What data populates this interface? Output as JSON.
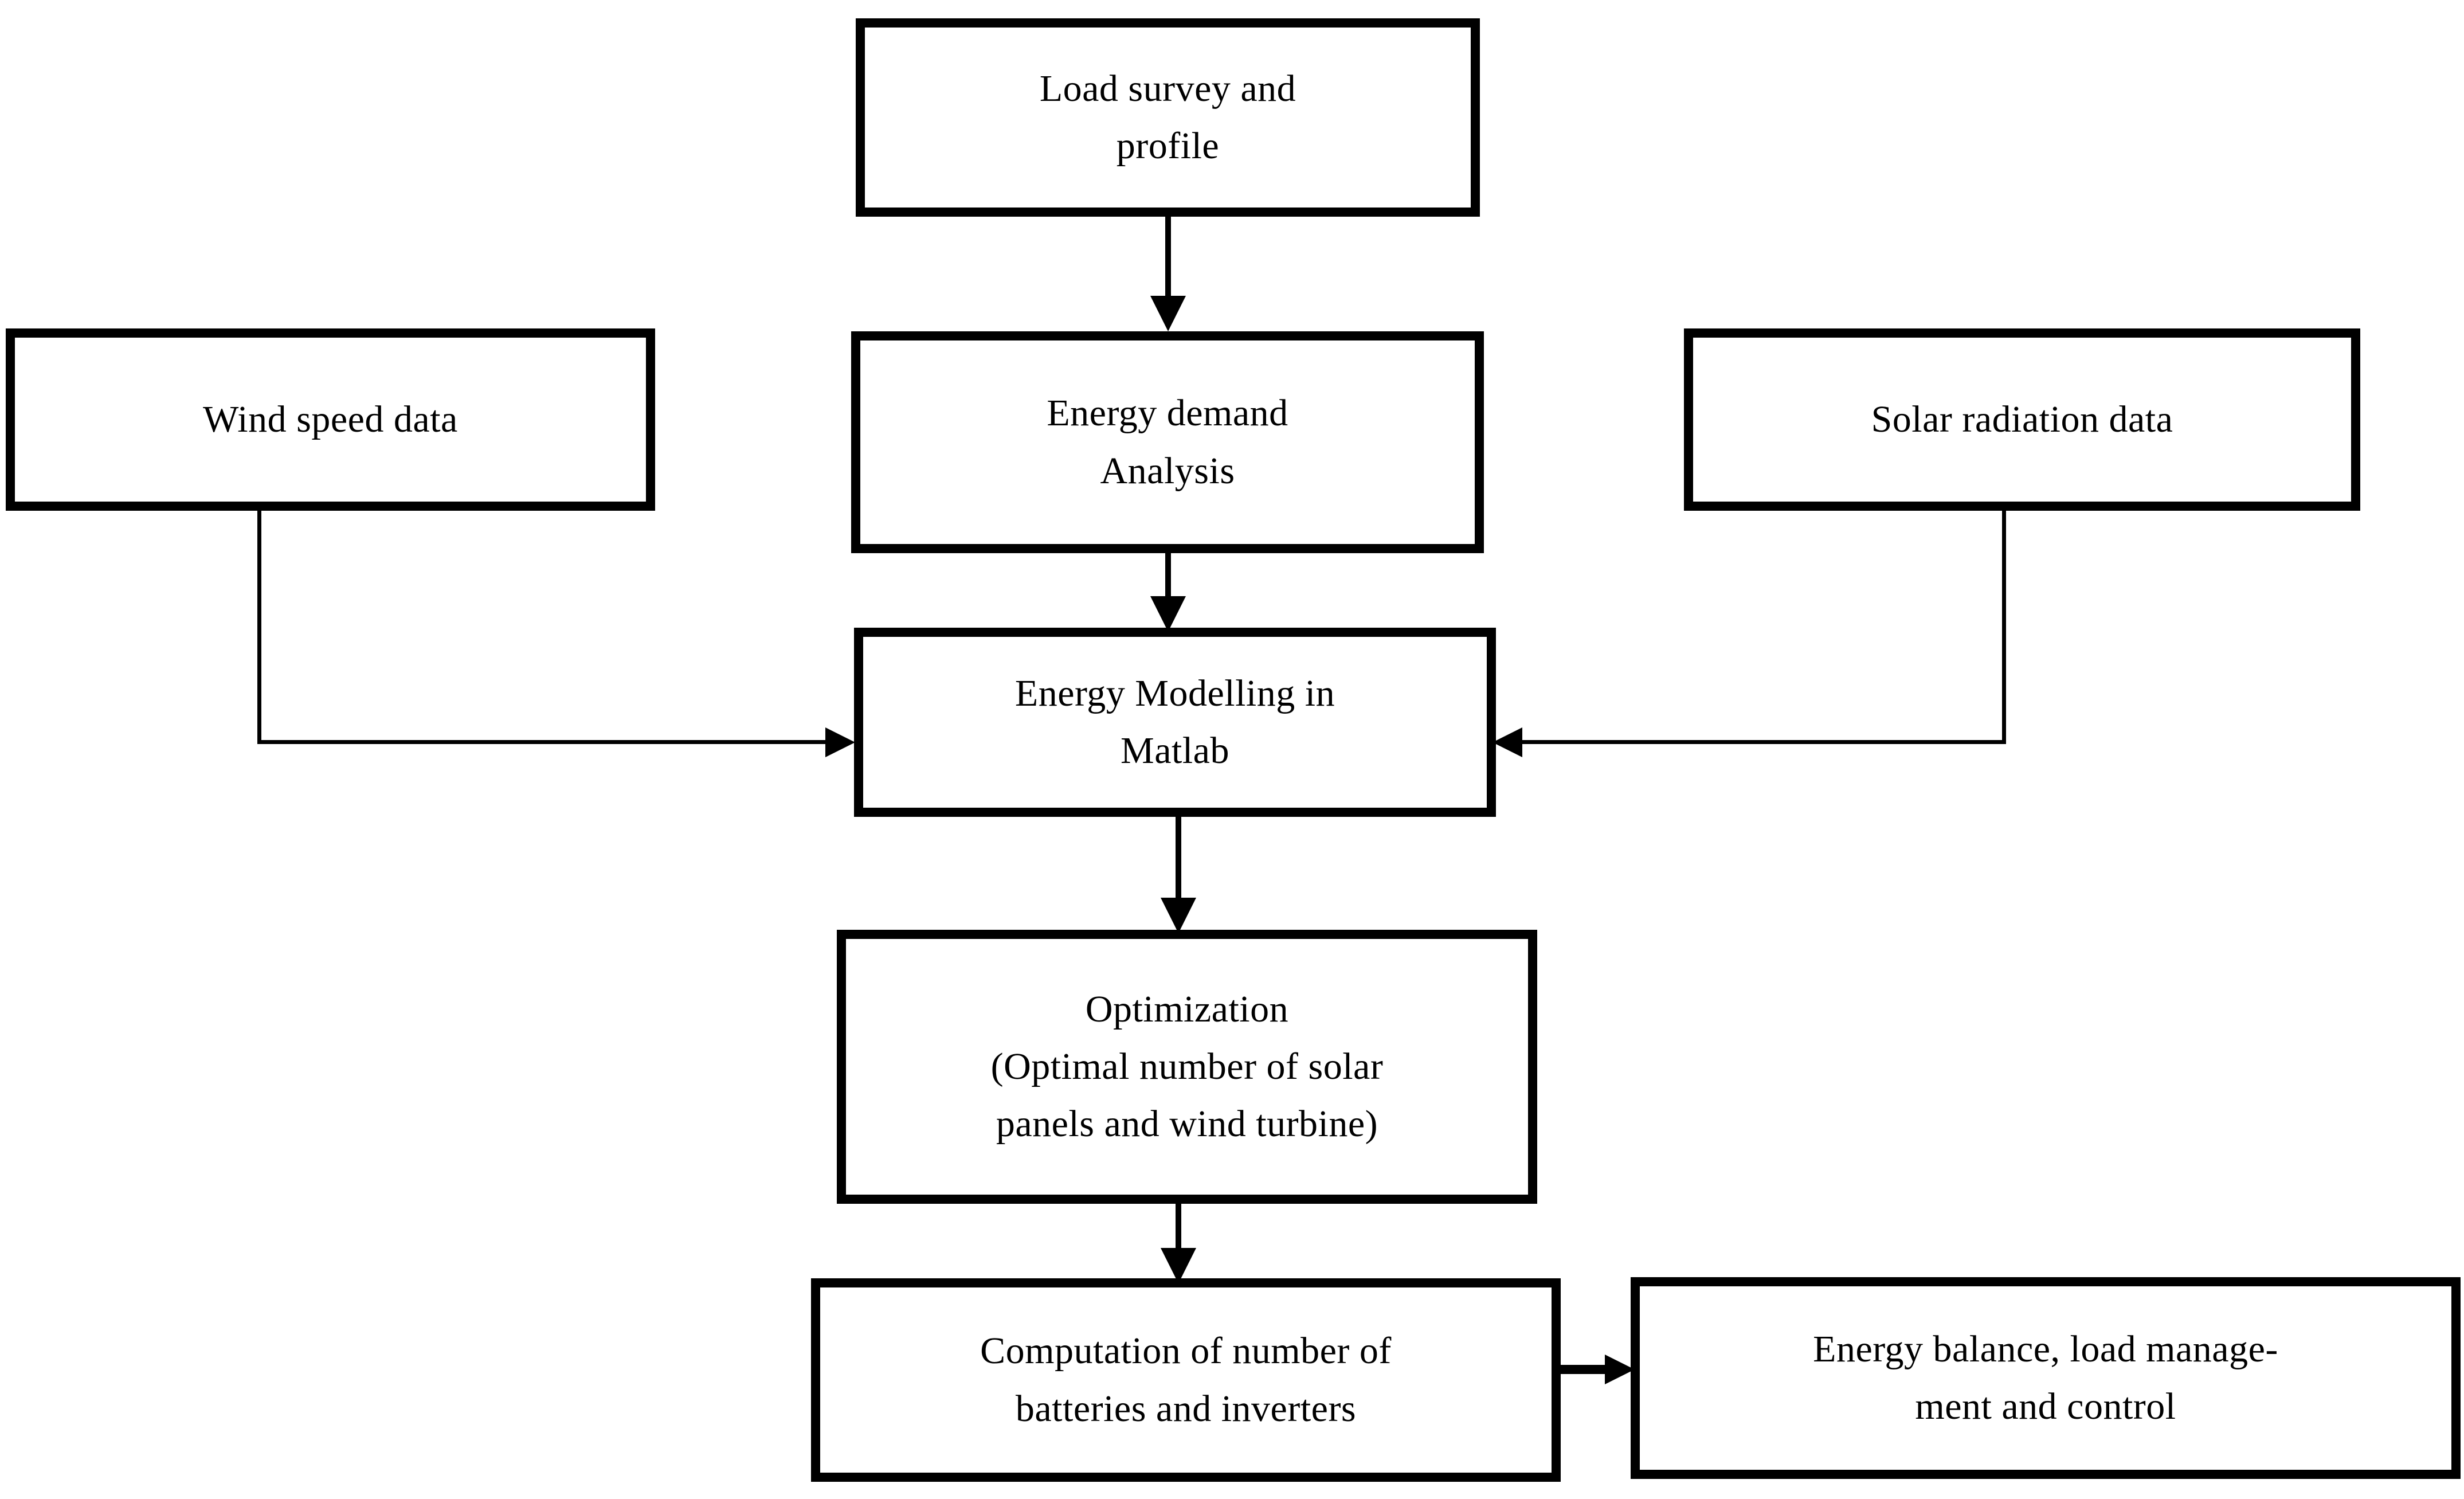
{
  "diagram": {
    "title": "Energy system sizing methodology flowchart",
    "background_color": "#ffffff",
    "stroke_color": "#000000",
    "nodes": [
      {
        "id": "load-survey",
        "lines": [
          "Load survey and",
          "profile"
        ]
      },
      {
        "id": "wind-speed",
        "lines": [
          "Wind speed data"
        ]
      },
      {
        "id": "energy-demand",
        "lines": [
          "Energy demand",
          "Analysis"
        ]
      },
      {
        "id": "solar-radiation",
        "lines": [
          "Solar radiation data"
        ]
      },
      {
        "id": "energy-modelling",
        "lines": [
          "Energy Modelling in",
          "Matlab"
        ]
      },
      {
        "id": "optimization",
        "lines": [
          "Optimization",
          "(Optimal number of solar",
          "panels and wind turbine)"
        ]
      },
      {
        "id": "computation",
        "lines": [
          "Computation of number of",
          "batteries and inverters"
        ]
      },
      {
        "id": "energy-balance",
        "lines": [
          "Energy balance, load manage-",
          "ment and control"
        ]
      }
    ],
    "edges": [
      {
        "id": "load-to-demand",
        "from": "load-survey",
        "to": "energy-demand",
        "direction": "down"
      },
      {
        "id": "demand-to-model",
        "from": "energy-demand",
        "to": "energy-modelling",
        "direction": "down"
      },
      {
        "id": "wind-to-model",
        "from": "wind-speed",
        "to": "energy-modelling",
        "direction": "right"
      },
      {
        "id": "solar-to-model",
        "from": "solar-radiation",
        "to": "energy-modelling",
        "direction": "left"
      },
      {
        "id": "model-to-optim",
        "from": "energy-modelling",
        "to": "optimization",
        "direction": "down"
      },
      {
        "id": "optim-to-comp",
        "from": "optimization",
        "to": "computation",
        "direction": "down"
      },
      {
        "id": "comp-to-balance",
        "from": "computation",
        "to": "energy-balance",
        "direction": "right"
      }
    ]
  }
}
